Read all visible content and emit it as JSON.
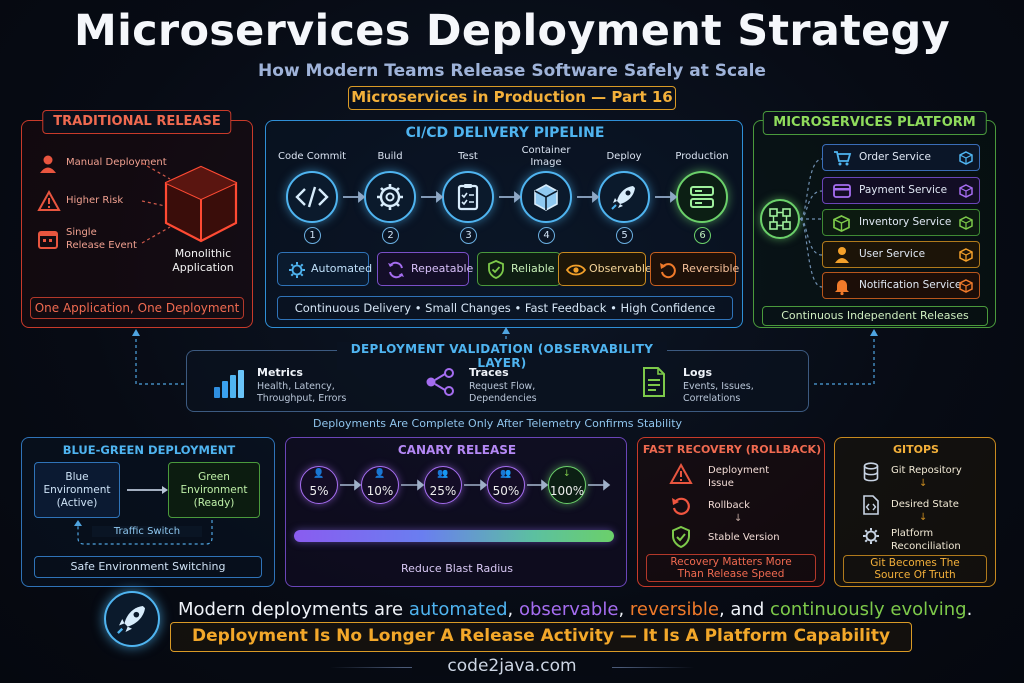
{
  "title": "Microservices Deployment Strategy",
  "subtitle": "How Modern Teams Release Software Safely at Scale",
  "series_label": "Microservices in Production — Part 16",
  "traditional": {
    "title": "TRADITIONAL RELEASE",
    "items": [
      "Manual Deployment",
      "Higher Risk",
      "Single",
      "Release Event"
    ],
    "monolith_line1": "Monolithic",
    "monolith_line2": "Application",
    "footer": "One Application, One Deployment"
  },
  "pipeline": {
    "title": "CI/CD DELIVERY PIPELINE",
    "stages": [
      {
        "label": "Code Commit",
        "num": "1"
      },
      {
        "label": "Build",
        "num": "2"
      },
      {
        "label": "Test",
        "num": "3"
      },
      {
        "label": "Container",
        "label2": "Image",
        "num": "4"
      },
      {
        "label": "Deploy",
        "num": "5"
      },
      {
        "label": "Production",
        "num": "6"
      }
    ],
    "chips": [
      "Automated",
      "Repeatable",
      "Reliable",
      "Observable",
      "Reversible"
    ],
    "footer": "Continuous Delivery  •  Small Changes  •  Fast Feedback  •  High Confidence"
  },
  "platform": {
    "title": "MICROSERVICES PLATFORM",
    "services": [
      "Order Service",
      "Payment Service",
      "Inventory Service",
      "User Service",
      "Notification Service"
    ],
    "footer": "Continuous Independent Releases"
  },
  "validation": {
    "title": "DEPLOYMENT VALIDATION  (OBSERVABILITY LAYER)",
    "metrics": {
      "name": "Metrics",
      "line1": "Health, Latency,",
      "line2": "Throughput, Errors"
    },
    "traces": {
      "name": "Traces",
      "line1": "Request Flow,",
      "line2": "Dependencies"
    },
    "logs": {
      "name": "Logs",
      "line1": "Events, Issues,",
      "line2": "Correlations"
    },
    "note": "Deployments Are Complete Only After Telemetry Confirms Stability"
  },
  "bluegreen": {
    "title": "BLUE-GREEN DEPLOYMENT",
    "blue": [
      "Blue",
      "Environment",
      "(Active)"
    ],
    "green": [
      "Green",
      "Environment",
      "(Ready)"
    ],
    "switch": "Traffic Switch",
    "footer": "Safe Environment Switching"
  },
  "canary": {
    "title": "CANARY RELEASE",
    "steps": [
      "5%",
      "10%",
      "25%",
      "50%",
      "100%"
    ],
    "footer": "Reduce Blast Radius"
  },
  "recovery": {
    "title": "FAST RECOVERY (ROLLBACK)",
    "issue1": "Deployment",
    "issue2": "Issue",
    "rollback": "Rollback",
    "stable": "Stable Version",
    "footer1": "Recovery Matters More",
    "footer2": "Than Release Speed"
  },
  "gitops": {
    "title": "GITOPS",
    "repo": "Git Repository",
    "desired": "Desired State",
    "platform1": "Platform",
    "platform2": "Reconciliation",
    "footer1": "Git Becomes The",
    "footer2": "Source Of Truth"
  },
  "tagline": {
    "prefix": "Modern deployments are ",
    "automated": "automated",
    "comma1": ", ",
    "observable": "observable",
    "comma2": ", ",
    "reversible": "reversible",
    "and": ", and ",
    "evolving": "continuously evolving",
    "end": "."
  },
  "headline": "Deployment Is No Longer A Release Activity — It Is A Platform Capability",
  "site": "code2java.com",
  "colors": {
    "red": "#e8553f",
    "blue": "#4fb4f0",
    "green": "#7dc94a",
    "purple": "#a56df0",
    "orange": "#f3a02a"
  }
}
